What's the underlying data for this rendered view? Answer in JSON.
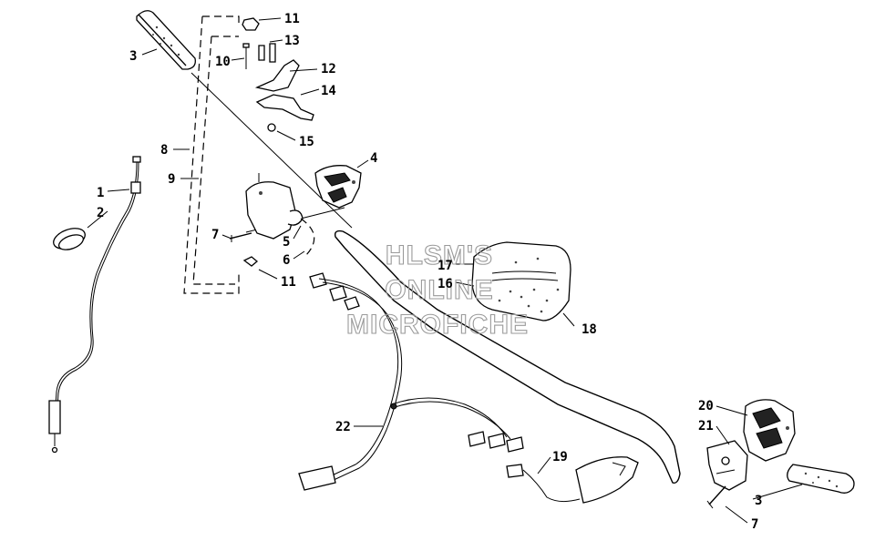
{
  "watermark": [
    "HLSM'S",
    "ONLINE",
    "MICROFICHE"
  ],
  "callouts": [
    "3",
    "11",
    "13",
    "10",
    "12",
    "14",
    "15",
    "8",
    "9",
    "4",
    "1",
    "2",
    "7",
    "5",
    "6",
    "11",
    "17",
    "16",
    "18",
    "22",
    "19",
    "20",
    "21",
    "3",
    "7"
  ]
}
